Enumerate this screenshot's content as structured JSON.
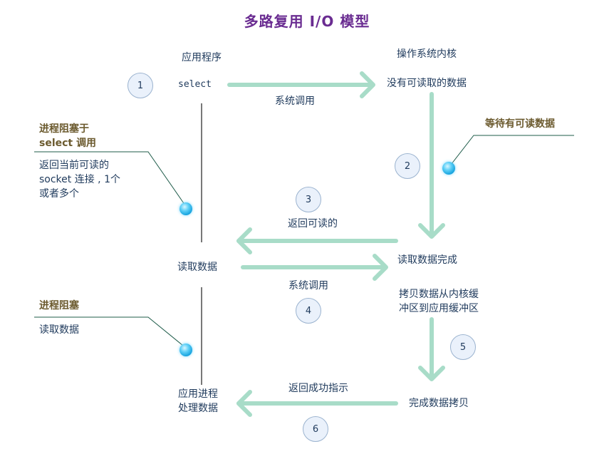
{
  "title": "多路复用 I/O 模型",
  "app_process": {
    "header": "应用程序",
    "select_call": "select",
    "read_data": "读取数据",
    "process_data": "应用进程\n处理数据"
  },
  "kernel": {
    "header": "操作系统内核",
    "no_data": "没有可读取的数据",
    "read_complete": "读取数据完成",
    "copy_data": "拷贝数据从内核缓\n冲区到应用缓冲区",
    "copy_complete": "完成数据拷贝"
  },
  "arrow_labels": {
    "syscall_1": "系统调用",
    "return_readable": "返回可读的",
    "syscall_2": "系统调用",
    "return_success": "返回成功指示"
  },
  "steps": [
    "1",
    "2",
    "3",
    "4",
    "5",
    "6"
  ],
  "notes": {
    "blocked_select": {
      "title": "进程阻塞于\nselect 调用",
      "body": "返回当前可读的\nsocket 连接 , 1个\n或者多个"
    },
    "wait_data": {
      "title": "等待有可读数据"
    },
    "blocked_read": {
      "title": "进程阻塞",
      "body": "读取数据"
    }
  },
  "colors": {
    "arrow": "#a8dcc8",
    "title": "#6a2c91",
    "text": "#1f3a5c",
    "note_title": "#6b5a2e",
    "callout_line": "#1f5c4a"
  }
}
